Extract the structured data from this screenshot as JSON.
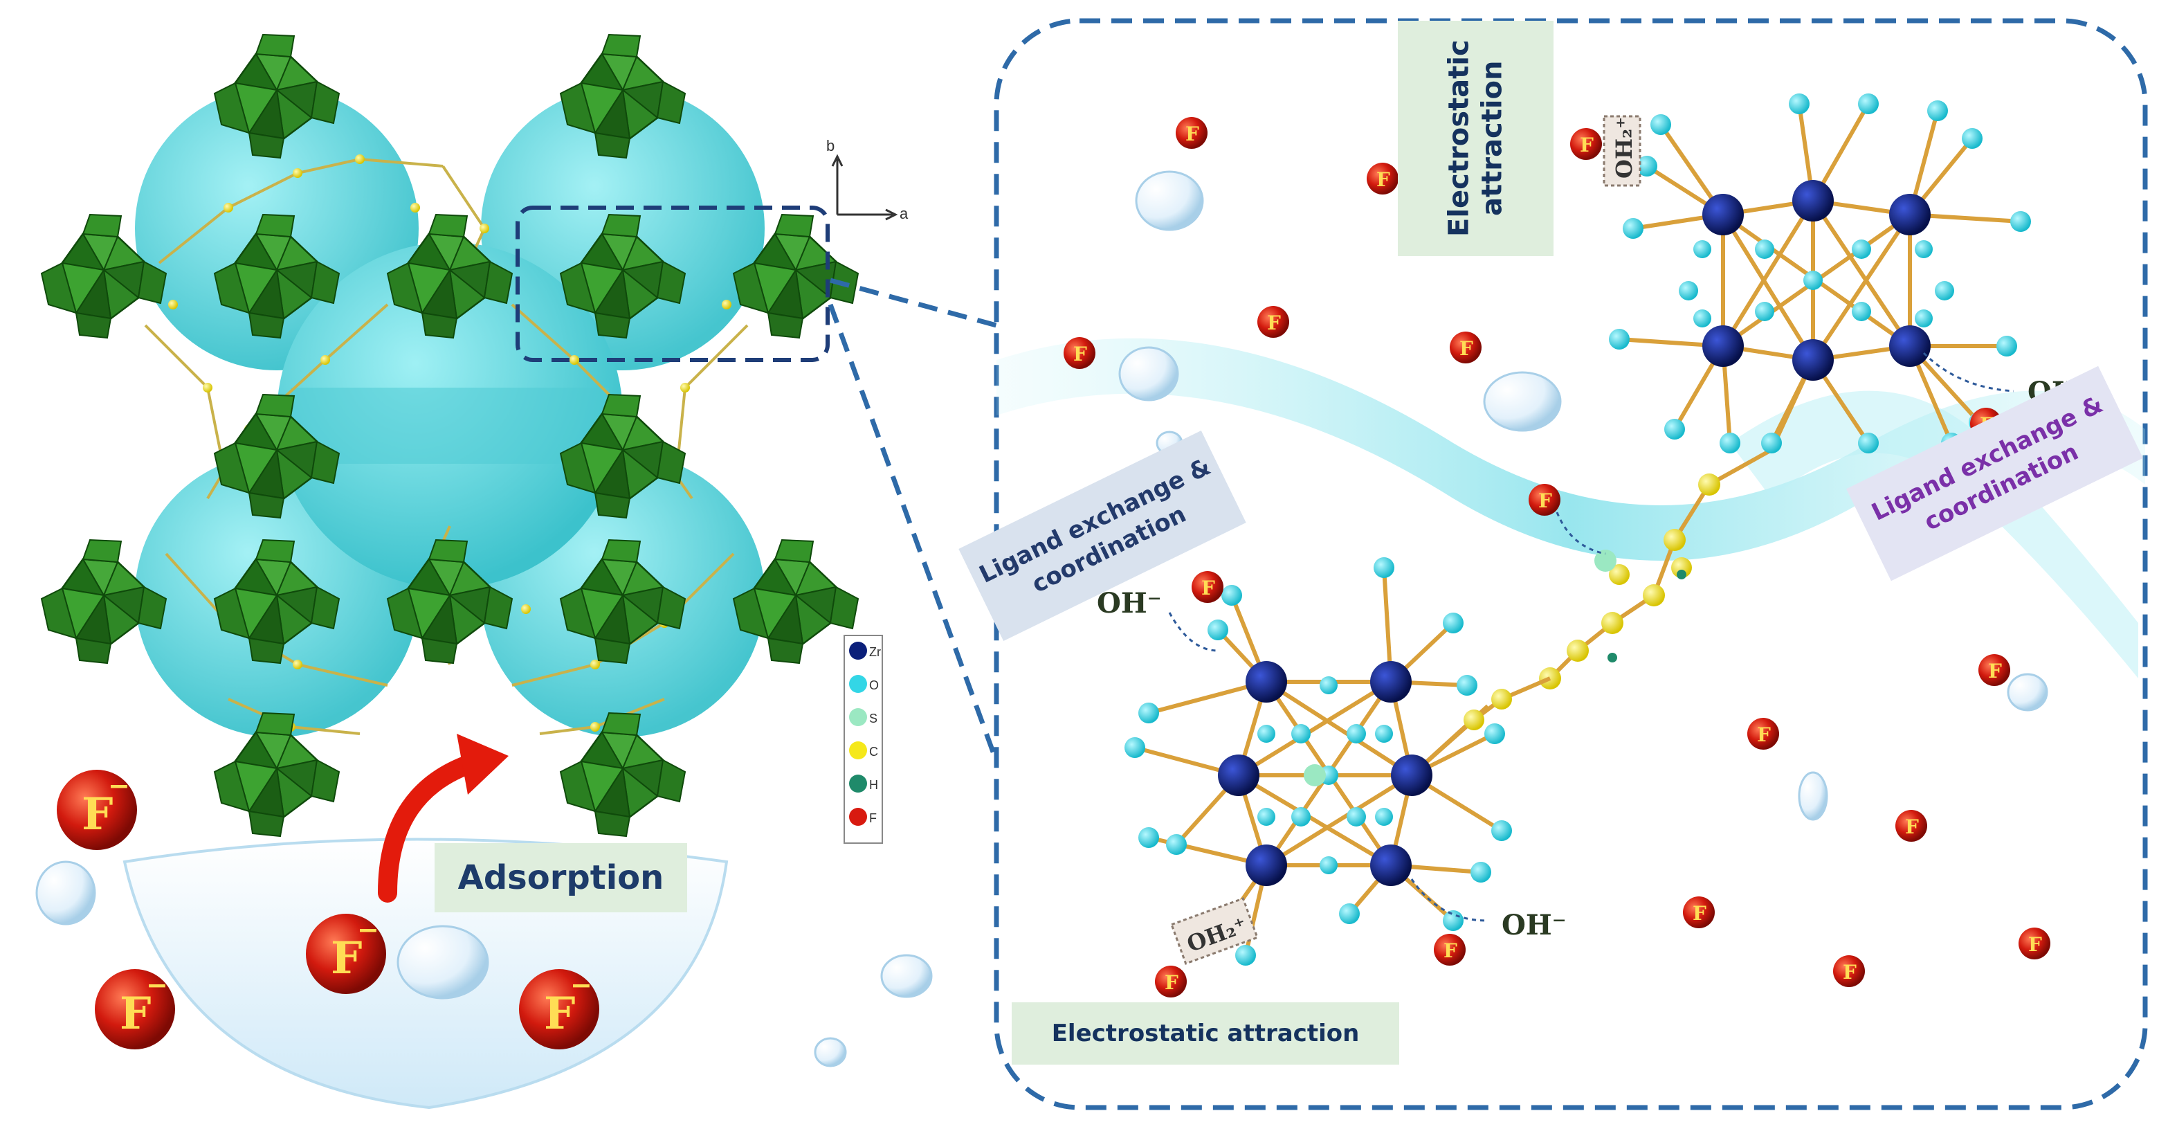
{
  "labels": {
    "adsorption": "Adsorption",
    "electrostatic_bottom": "Electrostatic attraction",
    "electrostatic_top": "Electrostatic attraction",
    "ligand_left": "Ligand exchange & coordination",
    "ligand_right": "Ligand exchange & coordination"
  },
  "ions": {
    "hydroxide": "OH⁻",
    "fluoride_letter": "F",
    "fluoride_charge": "−",
    "oh2_plus": "OH₂⁺"
  },
  "axes": {
    "b": "b",
    "a": "a"
  },
  "legend": [
    {
      "symbol": "Zr",
      "color": "#0b1f7a"
    },
    {
      "symbol": "O",
      "color": "#33d6e6"
    },
    {
      "symbol": "S",
      "color": "#9be8c2"
    },
    {
      "symbol": "C",
      "color": "#f5e81a"
    },
    {
      "symbol": "H",
      "color": "#1f8a6a"
    },
    {
      "symbol": "F",
      "color": "#d81a10"
    }
  ],
  "colors": {
    "pore": "#5fd4dc",
    "cluster": "#2c8a23",
    "dashed_frame": "#2e6aa8",
    "fluoride": "#d21a0e",
    "zr": "#0b1f7a",
    "oxygen": "#33d6e6",
    "bond": "#d9a03a"
  }
}
